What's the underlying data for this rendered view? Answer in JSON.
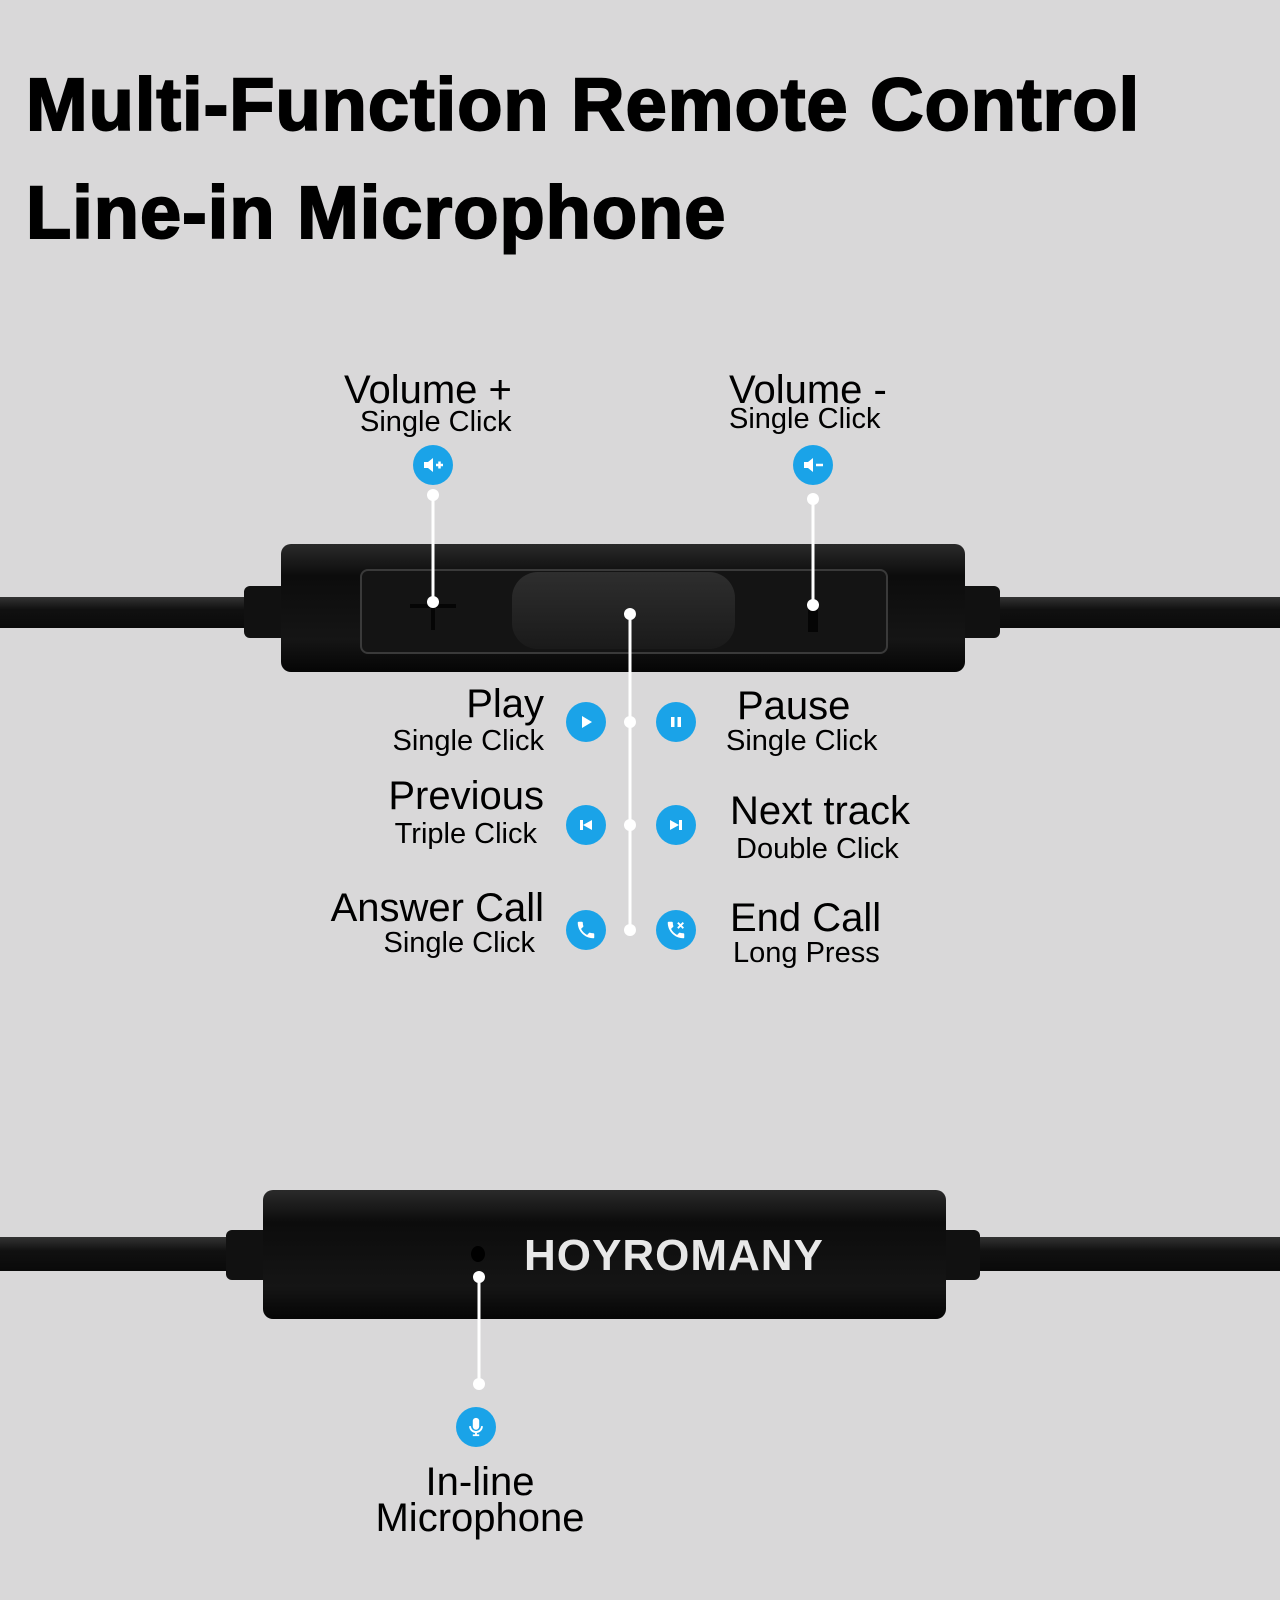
{
  "title": {
    "line1": "Multi-Function Remote Control",
    "line2": "Line-in Microphone"
  },
  "functions": {
    "volume_up": {
      "label": "Volume +",
      "action": "Single Click",
      "icon": "volume-up-icon"
    },
    "volume_down": {
      "label": "Volume -",
      "action": "Single Click",
      "icon": "volume-down-icon"
    },
    "play": {
      "label": "Play",
      "action": "Single Click",
      "icon": "play-icon"
    },
    "pause": {
      "label": "Pause",
      "action": "Single Click",
      "icon": "pause-icon"
    },
    "previous": {
      "label": "Previous",
      "action": "Triple Click",
      "icon": "previous-track-icon"
    },
    "next": {
      "label": "Next track",
      "action": "Double Click",
      "icon": "next-track-icon"
    },
    "answer": {
      "label": "Answer Call",
      "action": "Single Click",
      "icon": "phone-icon"
    },
    "end": {
      "label": "End Call",
      "action": "Long Press",
      "icon": "end-call-icon"
    }
  },
  "microphone": {
    "line1": "In-line",
    "line2": "Microphone",
    "icon": "microphone-icon"
  },
  "brand": "HOYROMANY",
  "colors": {
    "background": "#d9d8d9",
    "accent": "#1aa3e8"
  }
}
